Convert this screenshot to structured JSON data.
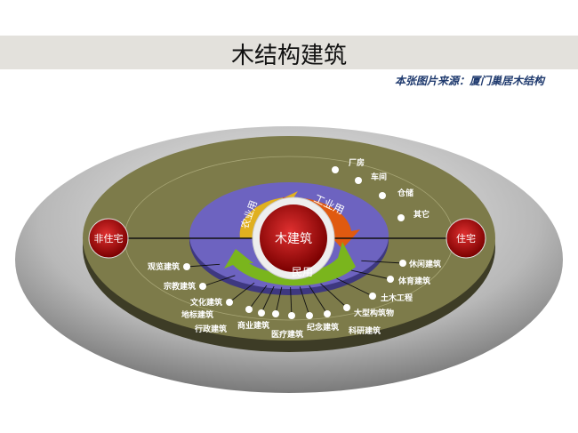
{
  "header": {
    "title": "木结构建筑",
    "source": "本张图片来源：厦门巢居木结构"
  },
  "diagram": {
    "center": "木建筑",
    "left_badge": "非住宅",
    "right_badge": "住宅",
    "segments": {
      "agriculture": "农业用",
      "industrial": "工业用",
      "civil": "民用"
    },
    "industrial_items": [
      "厂房",
      "车间",
      "仓储",
      "其它"
    ],
    "civil_items": [
      "观览建筑",
      "宗教建筑",
      "文化建筑",
      "地标建筑",
      "行政建筑",
      "商业建筑",
      "医疗建筑",
      "纪念建筑",
      "科研建筑",
      "大型构筑物",
      "土木工程",
      "体育建筑",
      "休闲建筑"
    ],
    "colors": {
      "olive": "#7d7b4a",
      "purple": "#6d63c0",
      "red": "#b01010",
      "orange": "#e05a10",
      "yellow": "#e0b020",
      "green": "#7ab51d"
    }
  }
}
